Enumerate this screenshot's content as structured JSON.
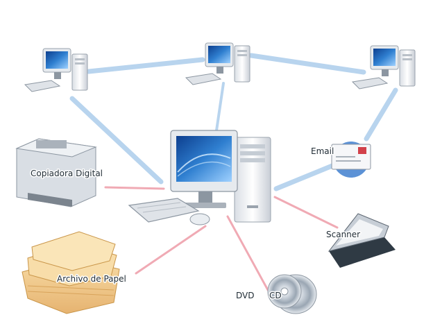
{
  "labels": {
    "copier": "Copiadora Digital",
    "email": "Email",
    "scanner": "Scanner",
    "paper": "Archivo de Papel",
    "dvd": "DVD",
    "cd": "CD"
  },
  "colors": {
    "network_link": "#b8d4ee",
    "device_link": "#f0aab4",
    "monitor_screen": "#2f7fd0",
    "case": "#eef1f4",
    "paper": "#f1c987"
  }
}
